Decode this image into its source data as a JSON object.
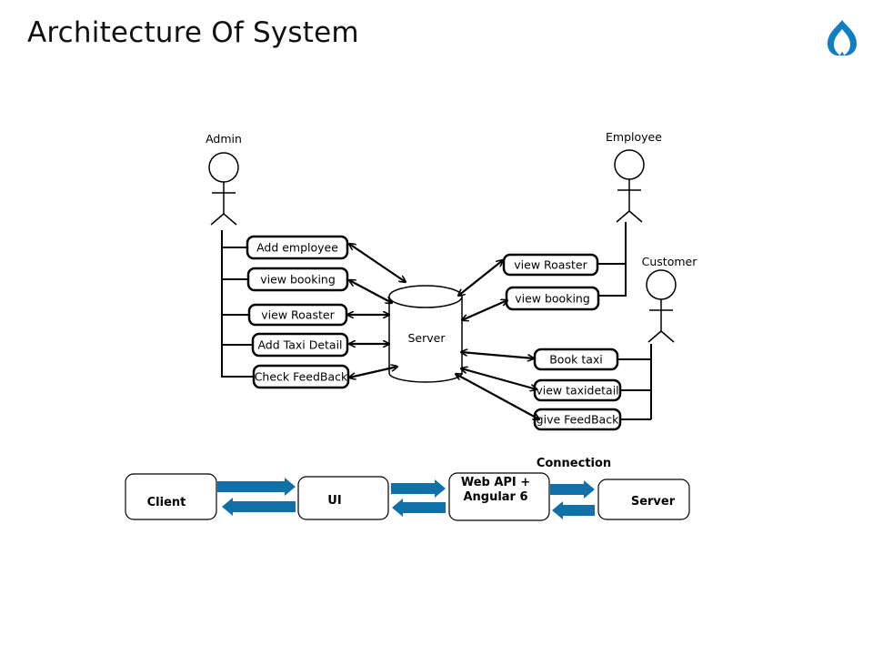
{
  "slide": {
    "title": "Architecture Of System",
    "logo_icon": "spade-drop-logo-icon",
    "logo_color": "#0f7fc1"
  },
  "actors": {
    "admin": "Admin",
    "employee": "Employee",
    "customer": "Customer"
  },
  "server": {
    "label": "Server"
  },
  "admin_cases": [
    "Add employee",
    "view booking",
    "view Roaster",
    "Add Taxi Detail",
    "Check FeedBack"
  ],
  "employee_cases": [
    "view Roaster",
    "view booking"
  ],
  "customer_cases": [
    "Book taxi",
    "view taxidetail",
    "give FeedBack"
  ],
  "connection": {
    "label": "Connection",
    "boxes": [
      "Client",
      "UI",
      "Web API +\nAngular 6",
      "Server"
    ],
    "arrow_color": "#1170a8"
  }
}
